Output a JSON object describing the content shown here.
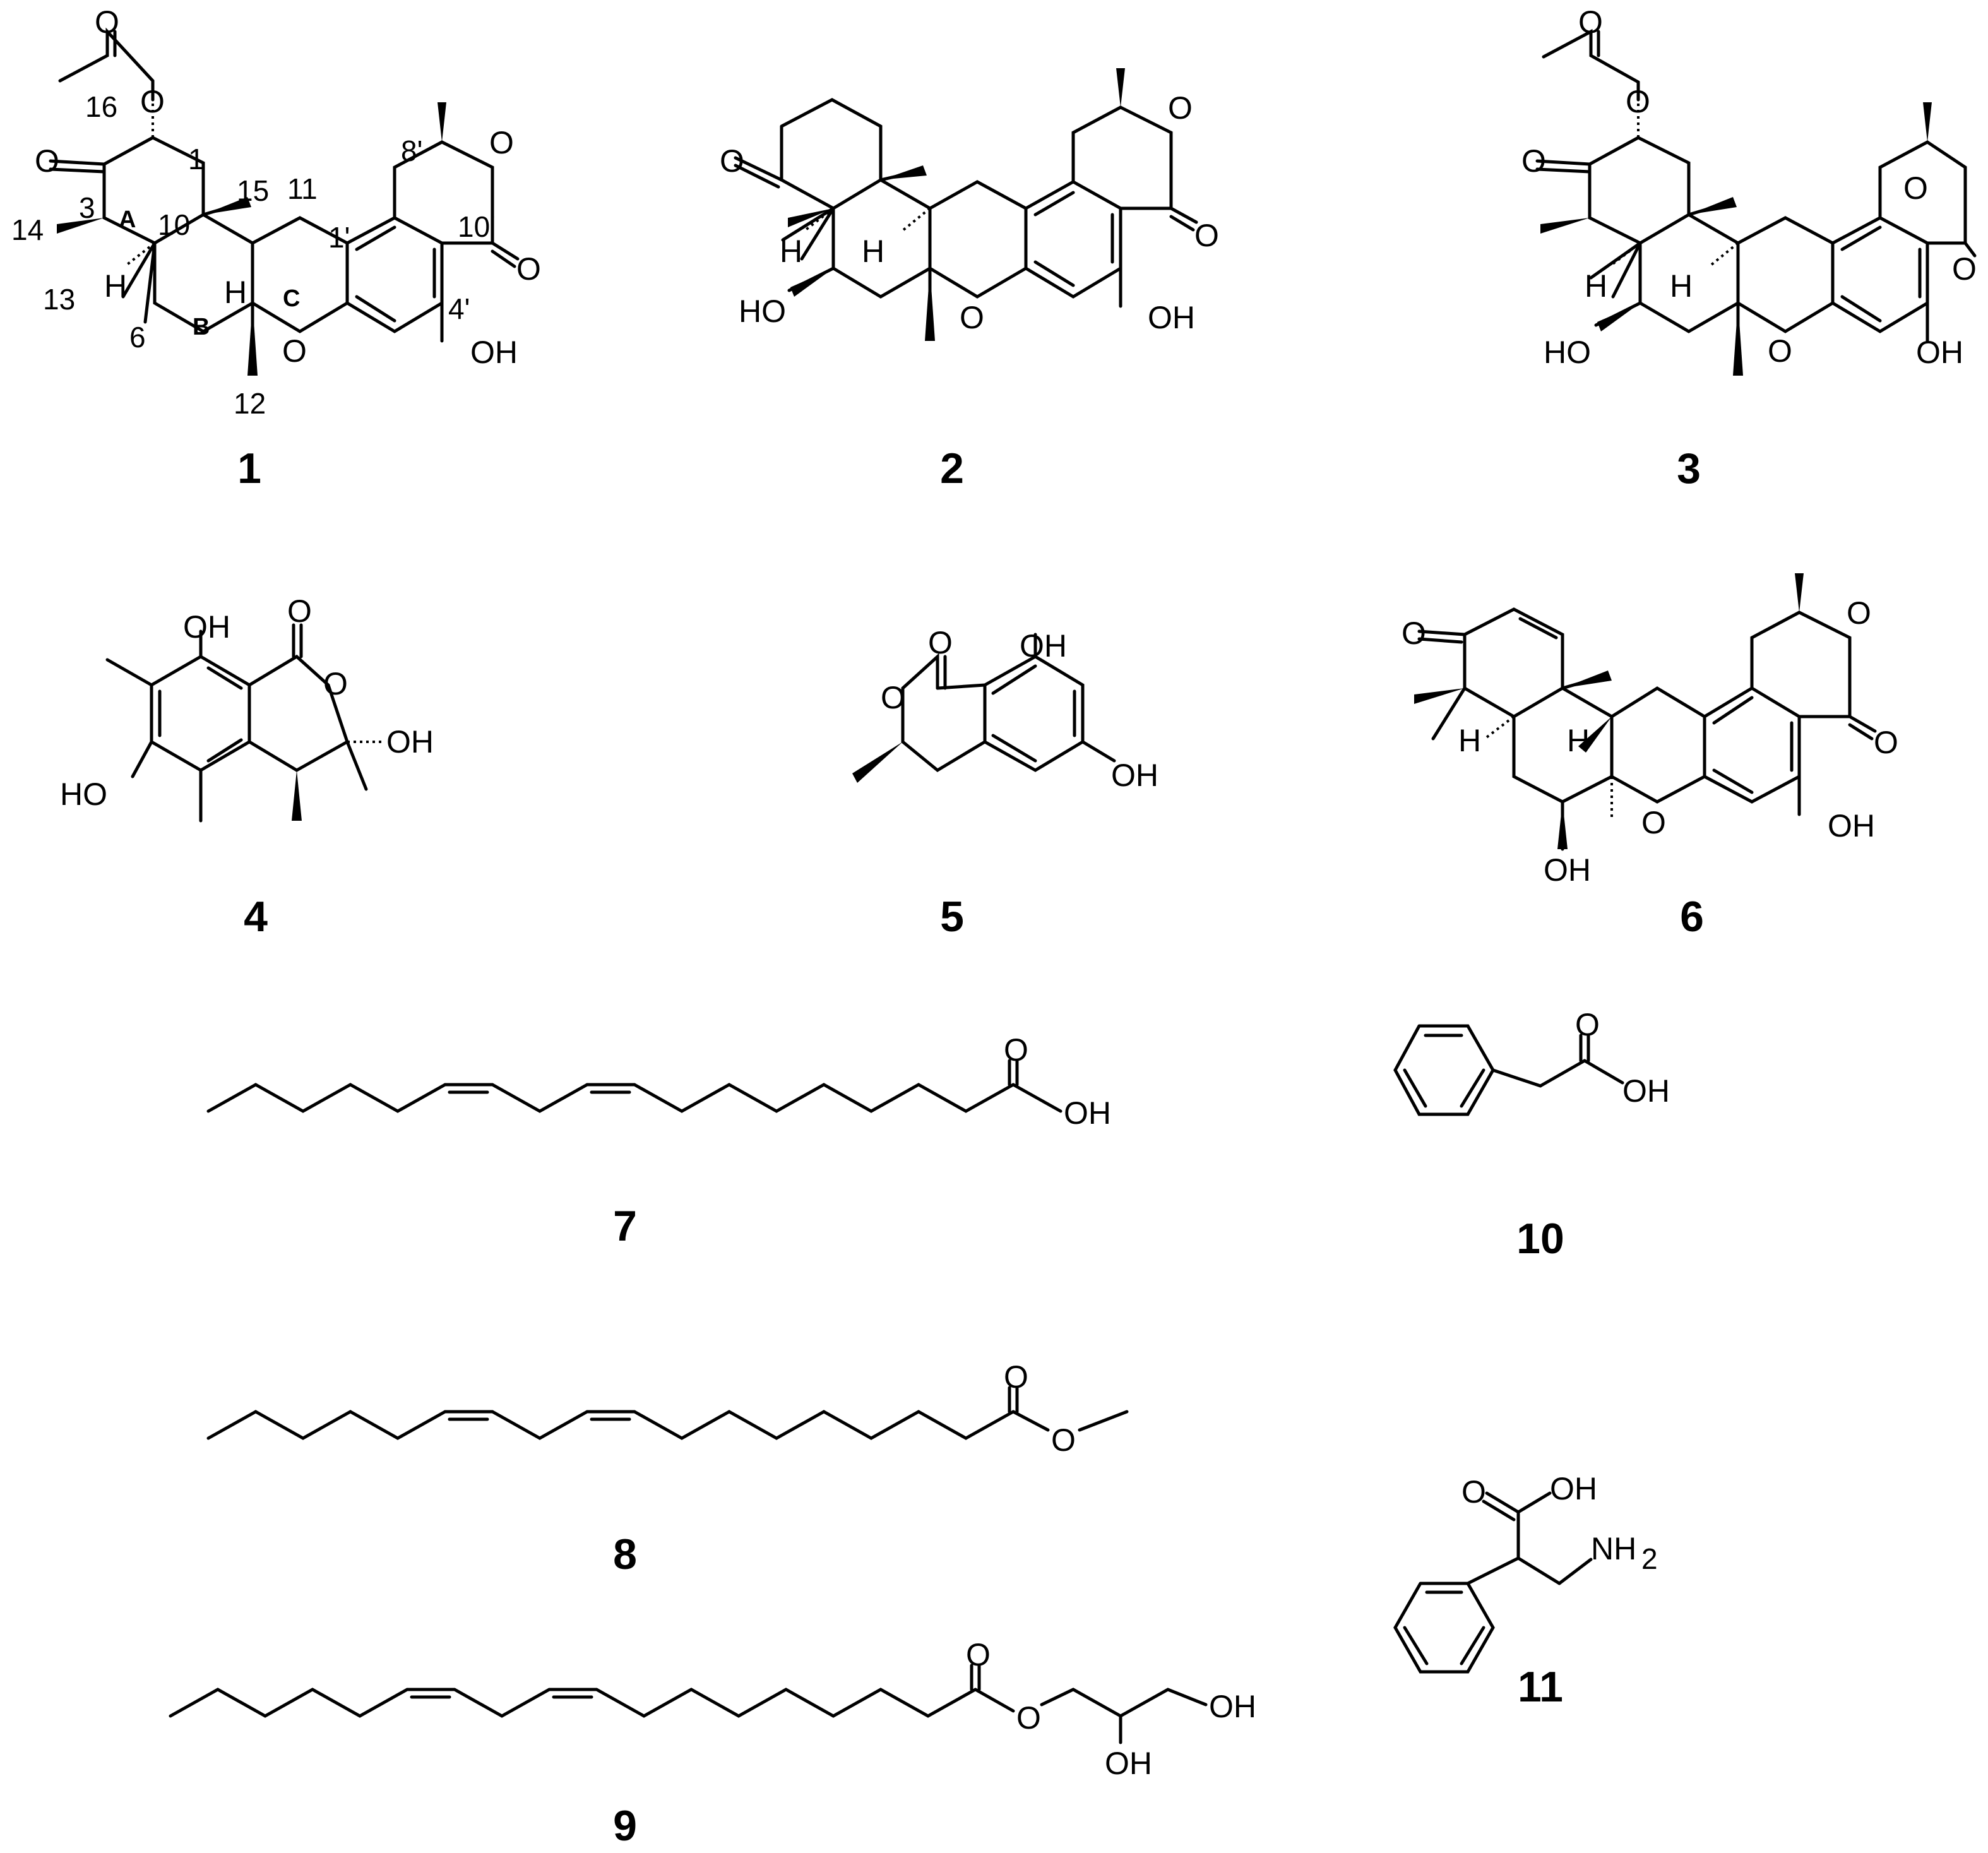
{
  "compounds": [
    {
      "label": "1",
      "atoms": [
        "O",
        "O",
        "O",
        "O",
        "O",
        "O",
        "OH",
        "H",
        "H"
      ],
      "numbering": [
        "16",
        "1",
        "3",
        "14",
        "A",
        "10",
        "15",
        "11",
        "13",
        "6",
        "B",
        "C",
        "12",
        "1'",
        "8'",
        "10'",
        "4'"
      ]
    },
    {
      "label": "2",
      "atoms": [
        "O",
        "O",
        "O",
        "O",
        "OH",
        "HO",
        "H",
        "H"
      ]
    },
    {
      "label": "3",
      "atoms": [
        "O",
        "O",
        "O",
        "O",
        "O",
        "O",
        "OH",
        "HO",
        "H",
        "H"
      ]
    },
    {
      "label": "4",
      "atoms": [
        "OH",
        "O",
        "O",
        "OH",
        "HO"
      ]
    },
    {
      "label": "5",
      "atoms": [
        "O",
        "OH",
        "O",
        "OH"
      ]
    },
    {
      "label": "6",
      "atoms": [
        "O",
        "O",
        "O",
        "O",
        "OH",
        "OH",
        "H",
        "H"
      ]
    },
    {
      "label": "7",
      "atoms": [
        "O",
        "OH"
      ]
    },
    {
      "label": "8",
      "atoms": [
        "O",
        "O"
      ]
    },
    {
      "label": "9",
      "atoms": [
        "O",
        "O",
        "OH",
        "OH"
      ]
    },
    {
      "label": "10",
      "atoms": [
        "O",
        "OH"
      ]
    },
    {
      "label": "11",
      "atoms": [
        "O",
        "OH",
        "NH",
        "2"
      ]
    }
  ]
}
